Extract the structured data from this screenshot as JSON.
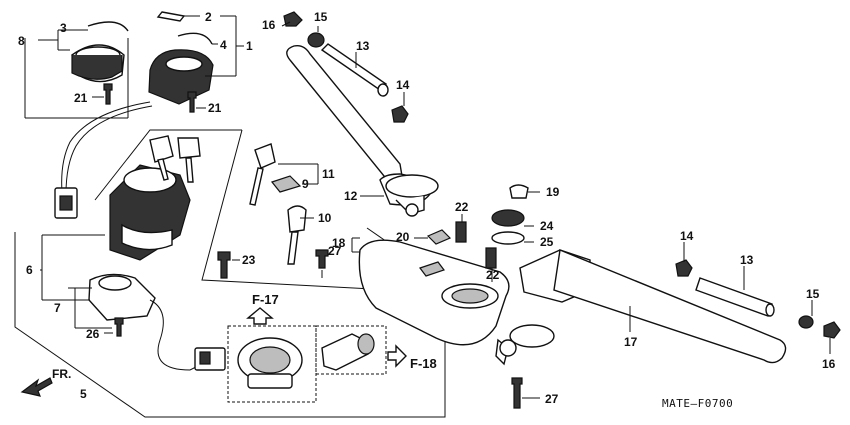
{
  "callouts": {
    "c1": "1",
    "c2": "2",
    "c3": "3",
    "c4": "4",
    "c5": "5",
    "c6": "6",
    "c7": "7",
    "c8": "8",
    "c9": "9",
    "c10": "10",
    "c11": "11",
    "c12": "12",
    "c13a": "13",
    "c13b": "13",
    "c14a": "14",
    "c14b": "14",
    "c15a": "15",
    "c15b": "15",
    "c16a": "16",
    "c16b": "16",
    "c17": "17",
    "c18": "18",
    "c19": "19",
    "c20": "20",
    "c21a": "21",
    "c21b": "21",
    "c22a": "22",
    "c22b": "22",
    "c23": "23",
    "c24": "24",
    "c25": "25",
    "c26": "26",
    "c27a": "27",
    "c27b": "27"
  },
  "refs": {
    "f17": "F-17",
    "f18": "F-18",
    "front": "FR."
  },
  "diagram_code": "MATE—F0700"
}
